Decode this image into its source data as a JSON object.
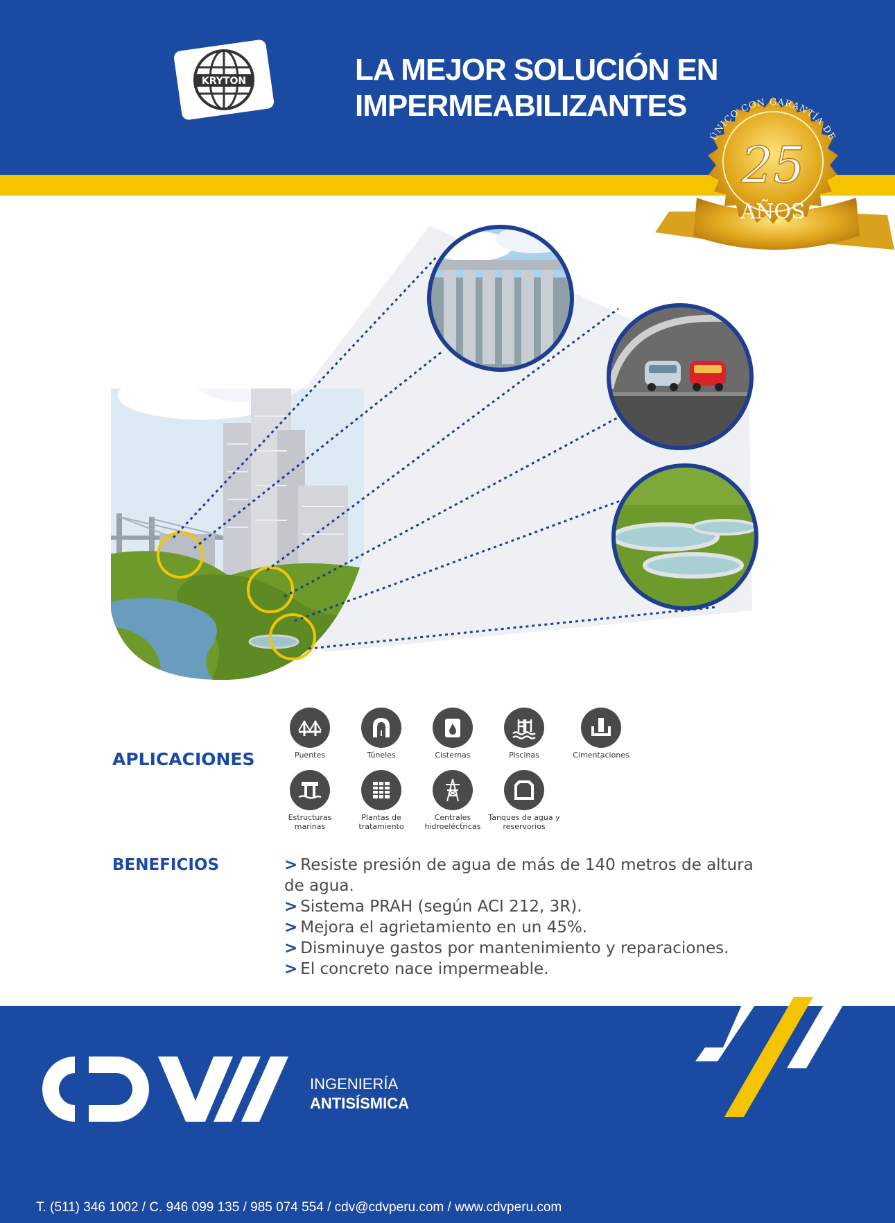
{
  "header": {
    "logo_text": "KRYTON",
    "headline_line1": "LA MEJOR SOLUCIÓN EN",
    "headline_line2": "IMPERMEABILIZANTES"
  },
  "seal": {
    "top_text": "ÚNICO CON GARANTÍA DE",
    "number": "25",
    "bottom_text": "AÑOS"
  },
  "applications": {
    "title": "APLICACIONES",
    "items": [
      {
        "label": "Puentes",
        "icon": "bridge-icon"
      },
      {
        "label": "Túneles",
        "icon": "tunnel-icon"
      },
      {
        "label": "Cisternas",
        "icon": "cistern-icon"
      },
      {
        "label": "Piscinas",
        "icon": "pool-icon"
      },
      {
        "label": "Cimentaciones",
        "icon": "foundation-icon"
      },
      {
        "label": "Estructuras marinas",
        "icon": "marine-structure-icon"
      },
      {
        "label": "Plantas de tratamiento",
        "icon": "treatment-plant-icon"
      },
      {
        "label": "Centrales hidroeléctricas",
        "icon": "power-tower-icon"
      },
      {
        "label": "Tanques de agua y reservorios",
        "icon": "tank-icon"
      }
    ]
  },
  "benefits": {
    "title": "BENEFICIOS",
    "items": [
      "Resiste presión de agua de más de 140 metros de altura de agua.",
      "Sistema PRAH (según ACI 212, 3R).",
      "Mejora el agrietamiento en un 45%.",
      "Disminuye gastos por mantenimiento y reparaciones.",
      "El concreto nace impermeable."
    ]
  },
  "footer": {
    "brand_line1": "INGENIERÍA",
    "brand_line2": "ANTISÍSMICA",
    "contact": "T. (511) 346 1002  /  C. 946 099 135  /  985 074 554  /  cdv@cdvperu.com  /  www.cdvperu.com"
  },
  "colors": {
    "brand_blue": "#1b4aa3",
    "accent_yellow": "#f5c400",
    "icon_gray": "#4a4a4a"
  }
}
